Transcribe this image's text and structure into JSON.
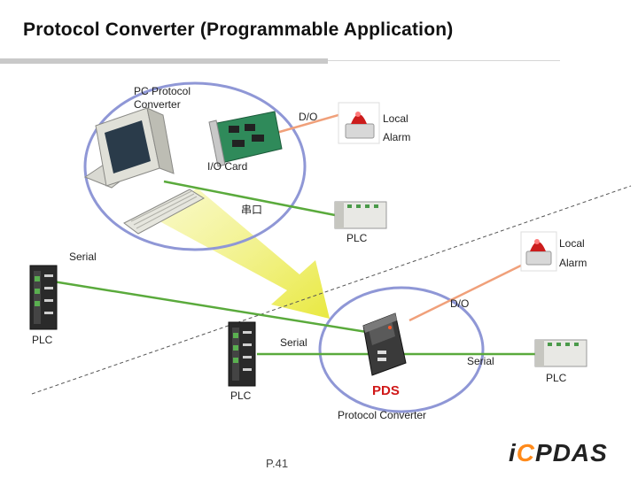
{
  "title": "Protocol Converter (Programmable Application)",
  "labels": {
    "pc_protocol_converter_line1": "PC Protocol",
    "pc_protocol_converter_line2": "Converter",
    "do_top": "D/O",
    "local_top": "Local",
    "alarm_top": "Alarm",
    "io_card": "I/O Card",
    "serial_cn": "串口",
    "plc_mid": "PLC",
    "local_right": "Local",
    "alarm_right": "Alarm",
    "serial_left": "Serial",
    "do_right": "D/O",
    "plc_left": "PLC",
    "serial_mid": "Serial",
    "serial_right": "Serial",
    "plc_far_right": "PLC",
    "plc_bottom": "PLC",
    "pds": "PDS",
    "protocol_converter": "Protocol Converter"
  },
  "page_number": "P.41",
  "logo": {
    "i": "i",
    "c": "C",
    "rest": "PDAS"
  },
  "colors": {
    "green_link": "#5aaa3c",
    "orange_link": "#f0a07a",
    "ellipse": "#8f97d6",
    "arrow": "#ecec5a"
  }
}
